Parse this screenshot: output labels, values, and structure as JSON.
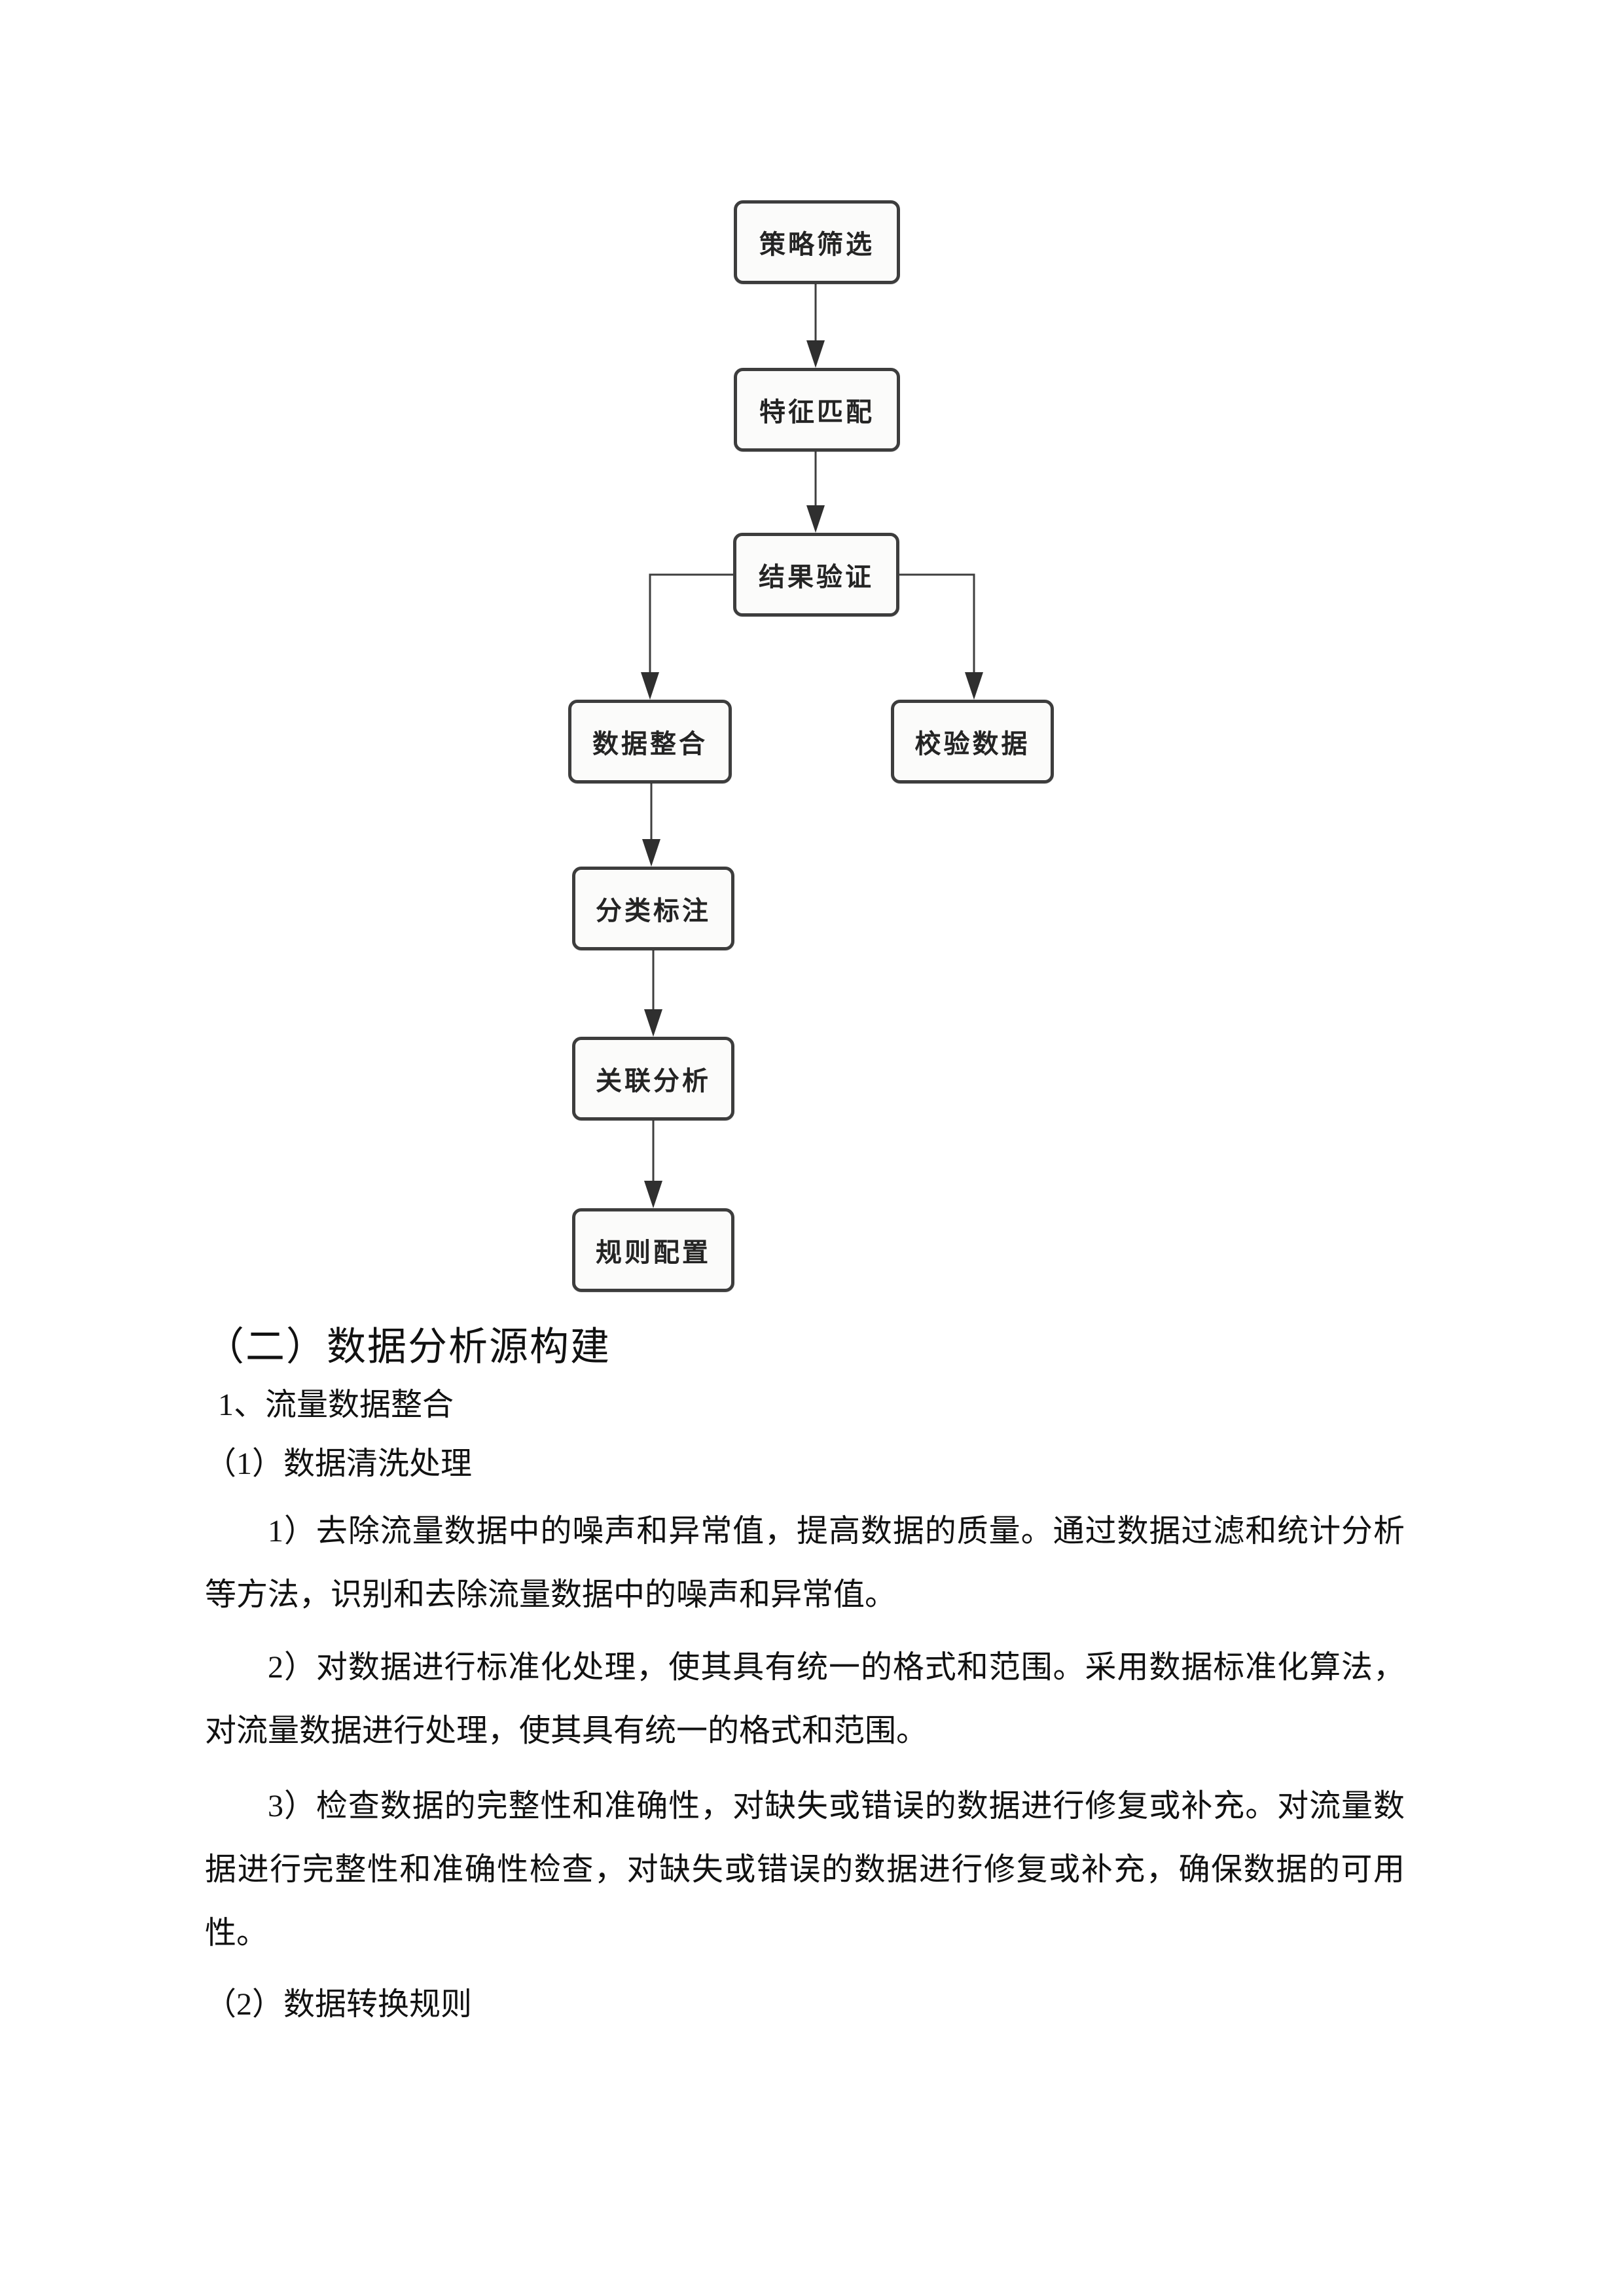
{
  "page": {
    "type": "word-document-page",
    "language": "zh-CN"
  },
  "colors": {
    "page_bg": "#ffffff",
    "text": "#111111",
    "node_border": "#3d3d3d",
    "node_fill": "#fbfbfa",
    "arrow": "#3f3f3f"
  },
  "flowchart": {
    "nodes": [
      {
        "id": "strategy-filter",
        "label": "策略筛选"
      },
      {
        "id": "feature-match",
        "label": "特征匹配"
      },
      {
        "id": "result-verify",
        "label": "结果验证"
      },
      {
        "id": "data-integrate",
        "label": "数据整合"
      },
      {
        "id": "check-data",
        "label": "校验数据"
      },
      {
        "id": "classify-label",
        "label": "分类标注"
      },
      {
        "id": "relation-analyze",
        "label": "关联分析"
      },
      {
        "id": "rule-config",
        "label": "规则配置"
      }
    ],
    "edges": [
      {
        "from": "策略筛选",
        "to": "特征匹配"
      },
      {
        "from": "特征匹配",
        "to": "结果验证"
      },
      {
        "from": "结果验证",
        "to": "数据整合"
      },
      {
        "from": "结果验证",
        "to": "校验数据"
      },
      {
        "from": "数据整合",
        "to": "分类标注"
      },
      {
        "from": "分类标注",
        "to": "关联分析"
      },
      {
        "from": "关联分析",
        "to": "规则配置"
      }
    ]
  },
  "document": {
    "section_heading": "（二）数据分析源构建",
    "item_1": "1、流量数据整合",
    "item_2": "（1）数据清洗处理",
    "para_1": "1）去除流量数据中的噪声和异常值，提高数据的质量。通过数据过滤和统计分析等方法，识别和去除流量数据中的噪声和异常值。",
    "para_2": "2）对数据进行标准化处理，使其具有统一的格式和范围。采用数据标准化算法，对流量数据进行处理，使其具有统一的格式和范围。",
    "para_3": "3）检查数据的完整性和准确性，对缺失或错误的数据进行修复或补充。对流量数据进行完整性和准确性检查，对缺失或错误的数据进行修复或补充，确保数据的可用性。",
    "item_3": "（2）数据转换规则"
  }
}
